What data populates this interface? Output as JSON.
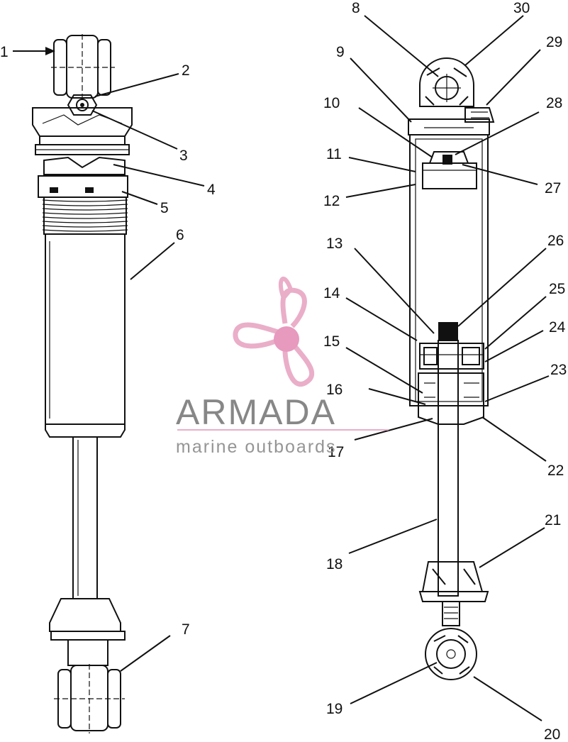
{
  "diagram": {
    "callouts": [
      {
        "id": "1",
        "text": "1"
      },
      {
        "id": "2",
        "text": "2"
      },
      {
        "id": "3",
        "text": "3"
      },
      {
        "id": "4",
        "text": "4"
      },
      {
        "id": "5",
        "text": "5"
      },
      {
        "id": "6",
        "text": "6"
      },
      {
        "id": "7",
        "text": "7"
      },
      {
        "id": "8",
        "text": "8"
      },
      {
        "id": "9",
        "text": "9"
      },
      {
        "id": "10",
        "text": "10"
      },
      {
        "id": "11",
        "text": "11"
      },
      {
        "id": "12",
        "text": "12"
      },
      {
        "id": "13",
        "text": "13"
      },
      {
        "id": "14",
        "text": "14"
      },
      {
        "id": "15",
        "text": "15"
      },
      {
        "id": "16",
        "text": "16"
      },
      {
        "id": "17",
        "text": "17"
      },
      {
        "id": "18",
        "text": "18"
      },
      {
        "id": "19",
        "text": "19"
      },
      {
        "id": "20",
        "text": "20"
      },
      {
        "id": "21",
        "text": "21"
      },
      {
        "id": "22",
        "text": "22"
      },
      {
        "id": "23",
        "text": "23"
      },
      {
        "id": "24",
        "text": "24"
      },
      {
        "id": "25",
        "text": "25"
      },
      {
        "id": "26",
        "text": "26"
      },
      {
        "id": "27",
        "text": "27"
      },
      {
        "id": "28",
        "text": "28"
      },
      {
        "id": "29",
        "text": "29"
      },
      {
        "id": "30",
        "text": "30"
      }
    ]
  },
  "watermark": {
    "title": "ARMADA",
    "subtitle": "marine outboards",
    "logo_color": "#e8a6c4",
    "logo_fill": "#e58fb8",
    "text_color": "#7b7b7b"
  }
}
